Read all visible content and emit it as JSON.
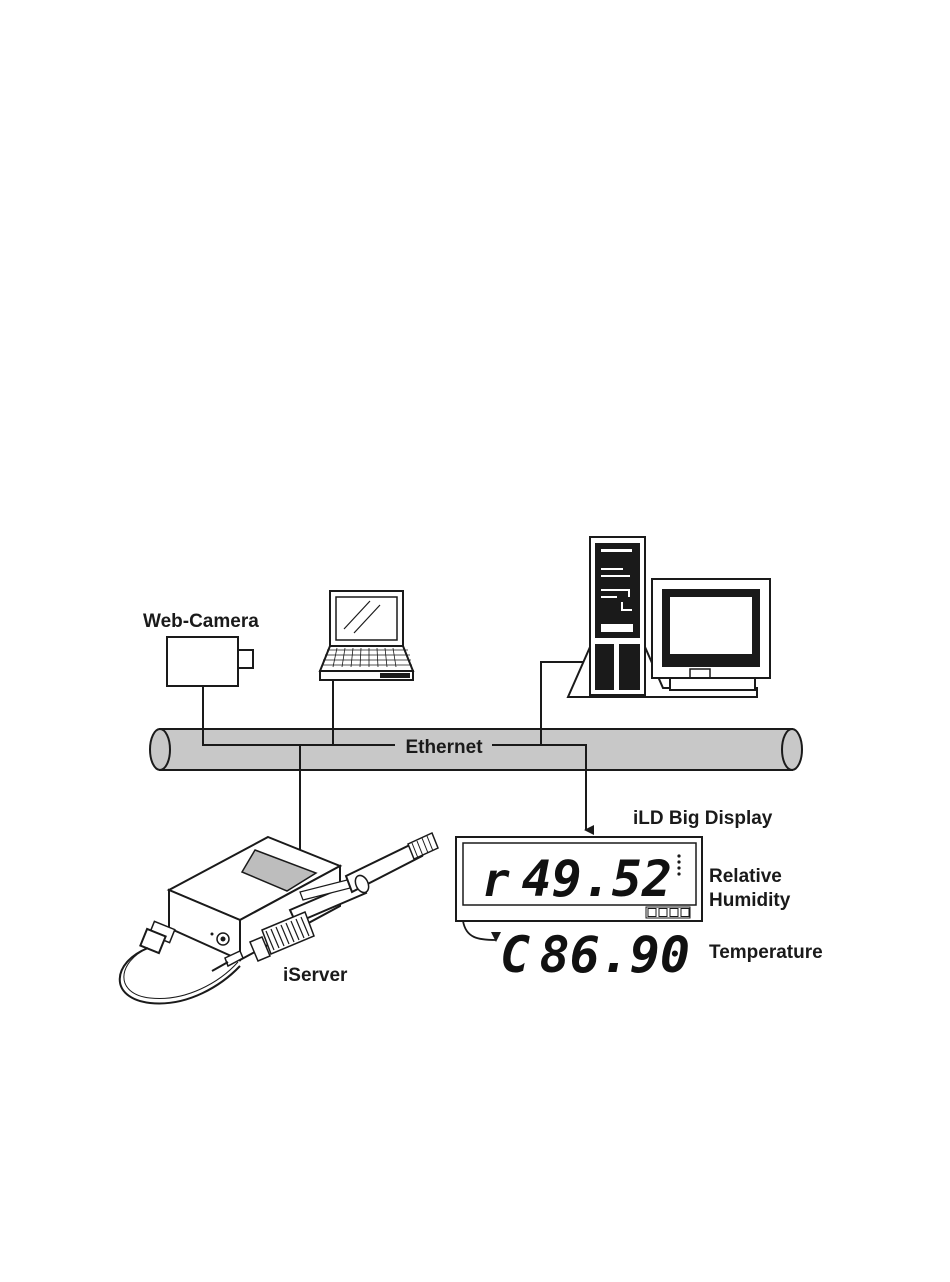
{
  "labels": {
    "web_camera": "Web-Camera",
    "ethernet": "Ethernet",
    "ild_big_display": "iLD Big Display",
    "relative": "Relative",
    "humidity": "Humidity",
    "temperature": "Temperature",
    "iserver": "iServer"
  },
  "display": {
    "row1_prefix": "r",
    "row1_value": "49.52",
    "row2_prefix": "C",
    "row2_value": "86.90"
  },
  "colors": {
    "pipe": "#c8c8c8",
    "line": "#1a1a1a",
    "screen_gray": "#bdbdbd"
  }
}
